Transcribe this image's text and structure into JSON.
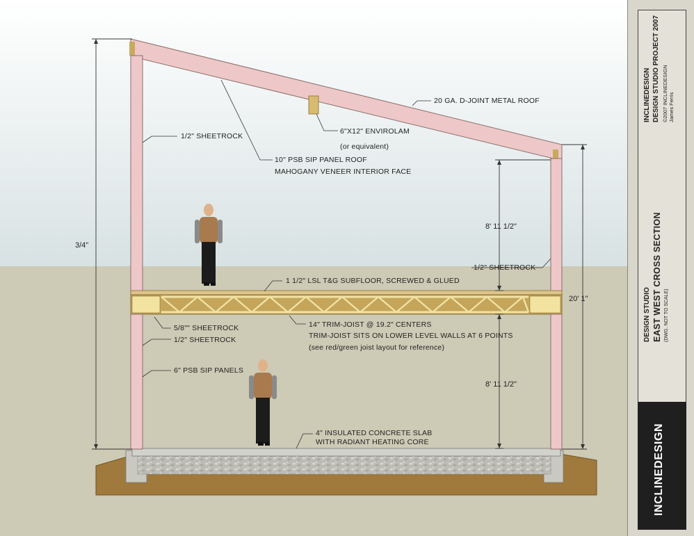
{
  "labels": {
    "roof": "20 GA. D-JOINT METAL ROOF",
    "sheetrock_upper_left": "1/2\" SHEETROCK",
    "beam_line1": "6\"X12\" ENVIROLAM",
    "beam_line2": "(or equivalent)",
    "sip_roof_line1": "10\" PSB SIP PANEL ROOF",
    "sip_roof_line2": "MAHOGANY VENEER INTERIOR FACE",
    "sheetrock_upper_right": "1/2\" SHEETROCK",
    "subfloor": "1 1/2\" LSL T&G SUBFLOOR, SCREWED & GLUED",
    "sheetrock_ceiling": "5/8\"\" SHEETROCK",
    "sheetrock_lower_left": "1/2\" SHEETROCK",
    "joist_line1": "14\" TRIM-JOIST @ 19.2\" CENTERS",
    "joist_line2": "TRIM-JOIST SITS ON LOWER LEVEL WALLS AT 6 POINTS",
    "joist_line3": "(see red/green joist layout for reference)",
    "sip_walls": "6\" PSB SIP PANELS",
    "slab_line1": "4\" INSULATED CONCRETE SLAB",
    "slab_line2": "WITH RADIANT HEATING CORE"
  },
  "dimensions": {
    "left_total": "3/4\"",
    "right_total": "20' 1\"",
    "upper_level": "8' 11 1/2\"",
    "lower_level": "8' 11 1/2\""
  },
  "title_block": {
    "company": "INCLINEDESIGN",
    "project": "DESIGN STUDIO PROJECT 2007",
    "copyright": "©2007 INCLINEDESIGN",
    "author": "James Ferris",
    "studio": "DESIGN STUDIO",
    "sheet_title": "EAST WEST CROSS SECTION",
    "scale_note": "(DWG. NOT TO SCALE)",
    "brand": "INCLINEDESIGN"
  },
  "colors": {
    "sky": "#dfe6e6",
    "ground_bg": "#cdcab5",
    "wall_pink": "#eec8c8",
    "earth": "#a07a3c",
    "joist": "#c4a55a",
    "title_dark": "#1f1f1f"
  }
}
